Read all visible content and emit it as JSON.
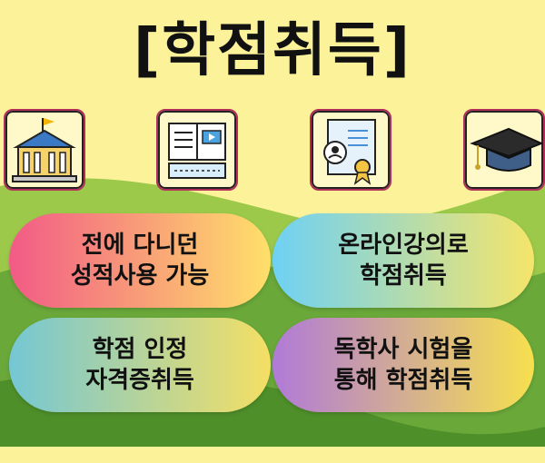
{
  "title": "[학점취득]",
  "icons": [
    {
      "name": "university-building-icon"
    },
    {
      "name": "online-book-keyboard-icon"
    },
    {
      "name": "certificate-icon"
    },
    {
      "name": "graduation-cap-icon"
    }
  ],
  "cards": [
    {
      "line1": "전에 다니던",
      "line2": "성적사용 가능"
    },
    {
      "line1": "온라인강의로",
      "line2": "학점취득"
    },
    {
      "line1": "학점 인정",
      "line2": "자격증취득"
    },
    {
      "line1": "독학사 시험을",
      "line2": "통해 학점취득"
    }
  ],
  "colors": {
    "background": "#fbf29a",
    "hill_dark": "#6aa83a",
    "hill_light": "#9cc94a"
  }
}
